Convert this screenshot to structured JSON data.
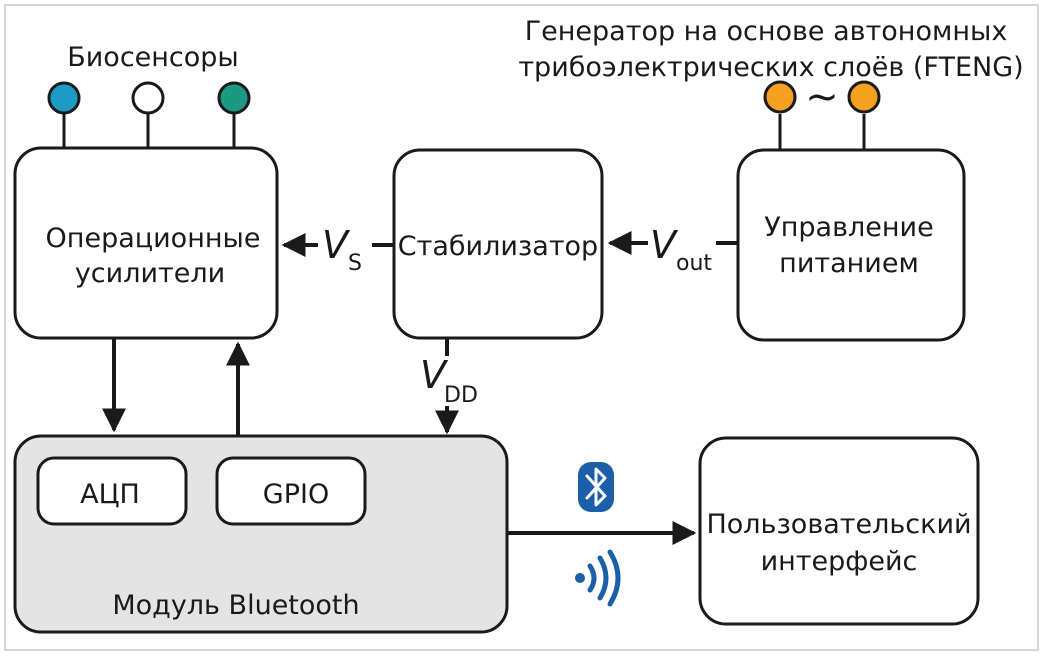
{
  "biosensors": {
    "label": "Биосенсоры",
    "colors": [
      "#1e9ac7",
      "#ffffff",
      "#1a9a82"
    ]
  },
  "generator": {
    "line1": "Генератор на основе автономных",
    "line2": "трибоэлектрических слоёв (FTENG)",
    "tilde": "~",
    "color": "#f5a020"
  },
  "boxes": {
    "opamps": {
      "line1": "Операционные",
      "line2": "усилители"
    },
    "stabilizer": {
      "label": "Стабилизатор"
    },
    "power": {
      "line1": "Управление",
      "line2": "питанием"
    },
    "bluetooth": {
      "label": "Модуль Bluetooth"
    },
    "adc": {
      "label": "АЦП"
    },
    "gpio": {
      "label": "GPIO"
    },
    "ui": {
      "line1": "Пользовательский",
      "line2": "интерфейс"
    }
  },
  "signals": {
    "vs": {
      "symbol": "V",
      "sub": "S"
    },
    "vout": {
      "symbol": "V",
      "sub": "out"
    },
    "vdd": {
      "symbol": "V",
      "sub": "DD"
    }
  },
  "icons": {
    "bluetooth": "bluetooth-icon",
    "wireless": "wireless-signal-icon",
    "accent": "#1a5fa8"
  }
}
